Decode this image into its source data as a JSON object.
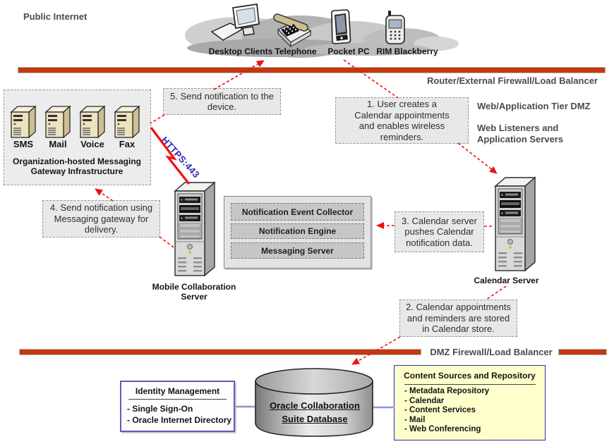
{
  "internet": {
    "label": "Public Internet",
    "devices": [
      "Desktop Clients",
      "Telephone",
      "Pocket PC",
      "RIM Blackberry"
    ]
  },
  "firewalls": {
    "router": "Router/External Firewall/Load Balancer",
    "dmz": "DMZ Firewall/Load Balancer"
  },
  "tiers": {
    "web_app_dmz": "Web/Application Tier DMZ",
    "web_listeners": "Web Listeners and\nApplication Servers"
  },
  "gateway": {
    "servers": [
      "SMS",
      "Mail",
      "Voice",
      "Fax"
    ],
    "caption": "Organization-hosted Messaging\nGateway Infrastructure"
  },
  "callouts": {
    "step1": "1. User creates a\nCalendar appointments\nand enables wireless\nreminders.",
    "step2": "2. Calendar appointments\nand reminders are stored\nin Calendar store.",
    "step3": "3. Calendar server\npushes Calendar\nnotification data.",
    "step4": "4. Send notification using\nMessaging gateway for\ndelivery.",
    "step5": "5. Send notification to the\ndevice."
  },
  "connection": {
    "https": "HTTPS:443"
  },
  "servers": {
    "mobile_collaboration": "Mobile Collaboration Server",
    "calendar": "Calendar Server",
    "modules": [
      "Notification Event Collector",
      "Notification Engine",
      "Messaging Server"
    ]
  },
  "bottom": {
    "identity": {
      "title": "Identity Management",
      "items": [
        "- Single Sign-On",
        "- Oracle Internet Directory"
      ]
    },
    "database": "Oracle Collaboration\nSuite Database",
    "content": {
      "title": "Content Sources and Repository",
      "items": [
        "- Metadata Repository",
        "- Calendar",
        "- Content Services",
        "- Mail",
        "- Web Conferencing"
      ]
    }
  },
  "colors": {
    "firewall_bar_red": "#c4380c",
    "flow_arrow_red": "#ee1111",
    "https_label_blue": "#2626bb",
    "content_box_yellow": "#ffffcc",
    "identity_border_blue": "#5c5cb8",
    "content_border_blue": "#2d2db5",
    "gateway_server_beige": "#ede3bf",
    "callout_gray": "#e8e8e8",
    "module_gray": "#c6c6c6"
  }
}
